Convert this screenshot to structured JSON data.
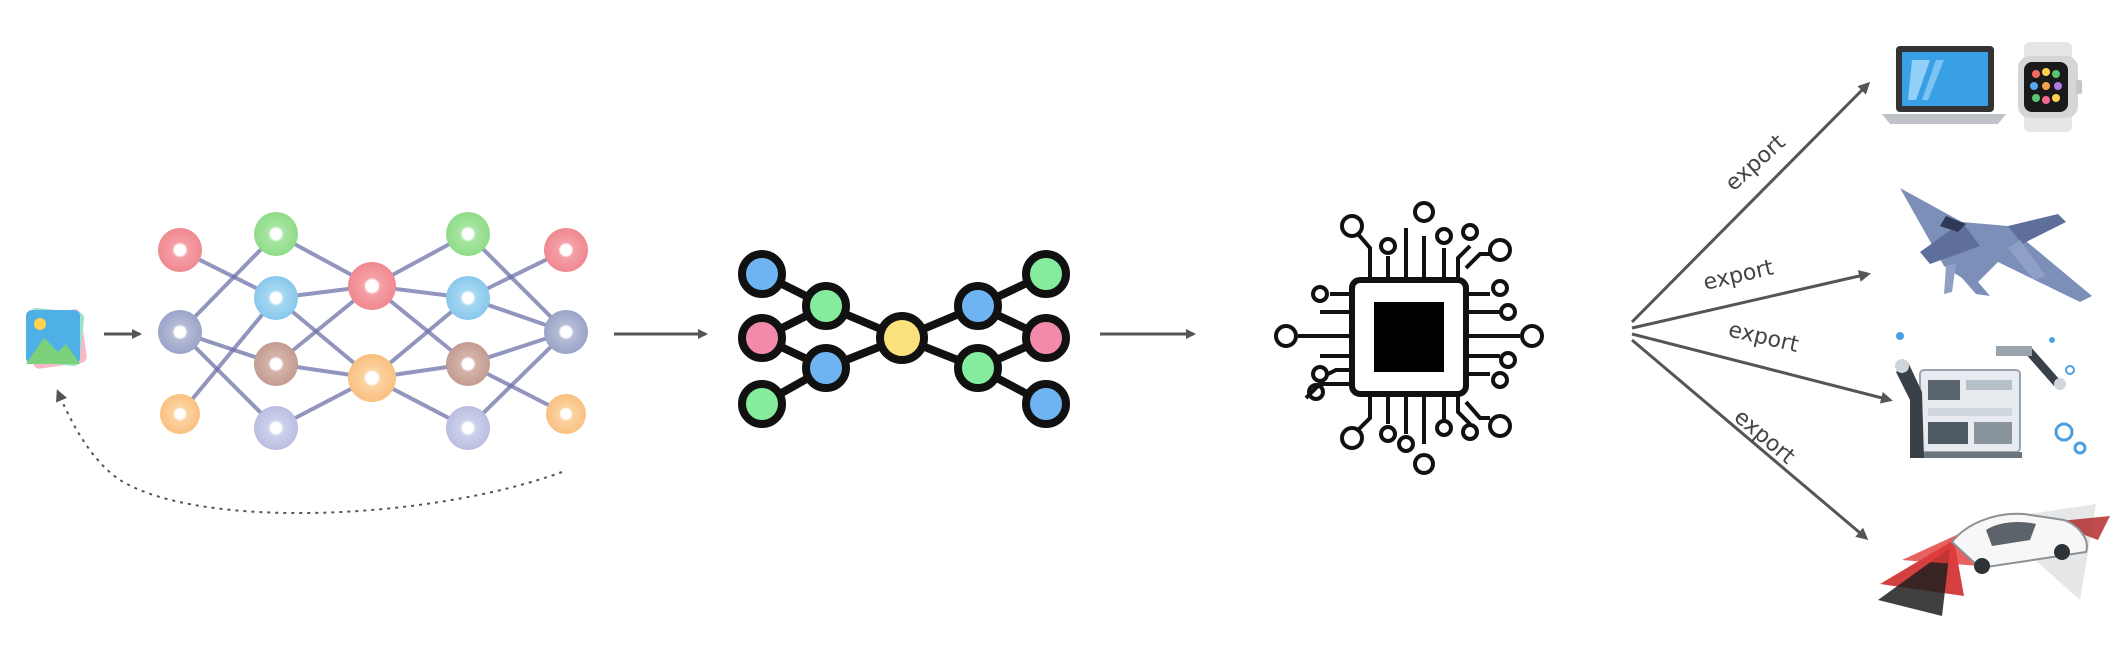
{
  "pipeline": {
    "stages": [
      {
        "id": "input-image",
        "icon": "image-gallery-icon"
      },
      {
        "id": "dense-network",
        "icon": "neural-network-icon"
      },
      {
        "id": "compressed-network",
        "icon": "bottleneck-network-icon"
      },
      {
        "id": "chip",
        "icon": "microchip-icon"
      }
    ],
    "feedback_loop": true
  },
  "targets": [
    {
      "name": "laptop-and-watch",
      "icon": "laptop-icon",
      "secondary_icon": "smartwatch-icon",
      "edge_label": "export"
    },
    {
      "name": "fighter-jet",
      "icon": "fighter-jet-icon",
      "edge_label": "export"
    },
    {
      "name": "industrial-robot",
      "icon": "robot-arm-icon",
      "edge_label": "export"
    },
    {
      "name": "autonomous-car",
      "icon": "car-sensor-icon",
      "edge_label": "export"
    }
  ],
  "colors": {
    "arrow": "#555555",
    "edge": "#6e72a8",
    "node_red": "#f4a0a6",
    "node_green": "#a8e6a3",
    "node_blue": "#a6d8f2",
    "node_slate": "#b6bcd6",
    "node_brown": "#d5b3aa",
    "node_orange": "#fcd3a1",
    "node_lavender": "#cfd2ec",
    "flat_blue": "#6fb4f2",
    "flat_green": "#84ec9c",
    "flat_pink": "#f48aaa",
    "flat_yellow": "#fbe17e"
  }
}
